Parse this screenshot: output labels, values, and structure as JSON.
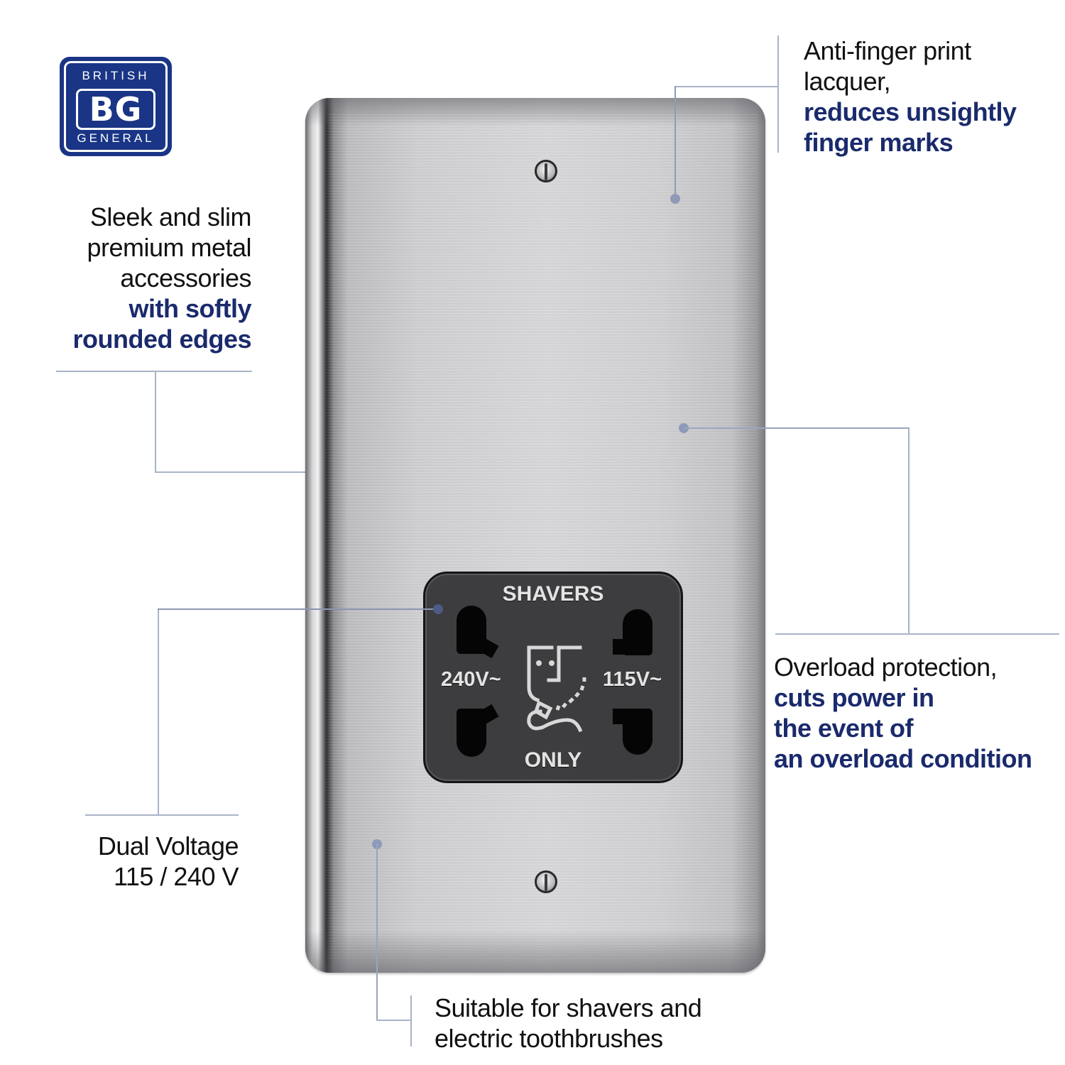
{
  "brand": {
    "logo_top": "BRITISH",
    "logo_mid": "BG",
    "logo_bottom": "GENERAL",
    "color": "#1a3585"
  },
  "features": {
    "sleek": {
      "regular": [
        "Sleek and slim",
        "premium metal",
        "accessories"
      ],
      "bold": [
        "with softly",
        "rounded edges"
      ]
    },
    "anti_fingerprint": {
      "regular": [
        "Anti-finger print",
        "lacquer,"
      ],
      "bold": [
        "reduces unsightly",
        "finger marks"
      ]
    },
    "overload": {
      "regular": [
        "Overload protection,"
      ],
      "bold": [
        "cuts power in",
        "the event of",
        "an overload condition"
      ]
    },
    "dual_voltage": {
      "regular": [
        "Dual Voltage",
        "115 / 240 V"
      ]
    },
    "suitable": {
      "regular": [
        "Suitable for shavers and",
        "electric toothbrushes"
      ]
    }
  },
  "socket": {
    "top_label": "SHAVERS",
    "bottom_label": "ONLY",
    "left_voltage": "240V~",
    "right_voltage": "115V~",
    "icon": "shaver-face-icon"
  },
  "colors": {
    "accent_text": "#1a2a6c",
    "body_text": "#111111",
    "connector": "#a9b3c8"
  }
}
